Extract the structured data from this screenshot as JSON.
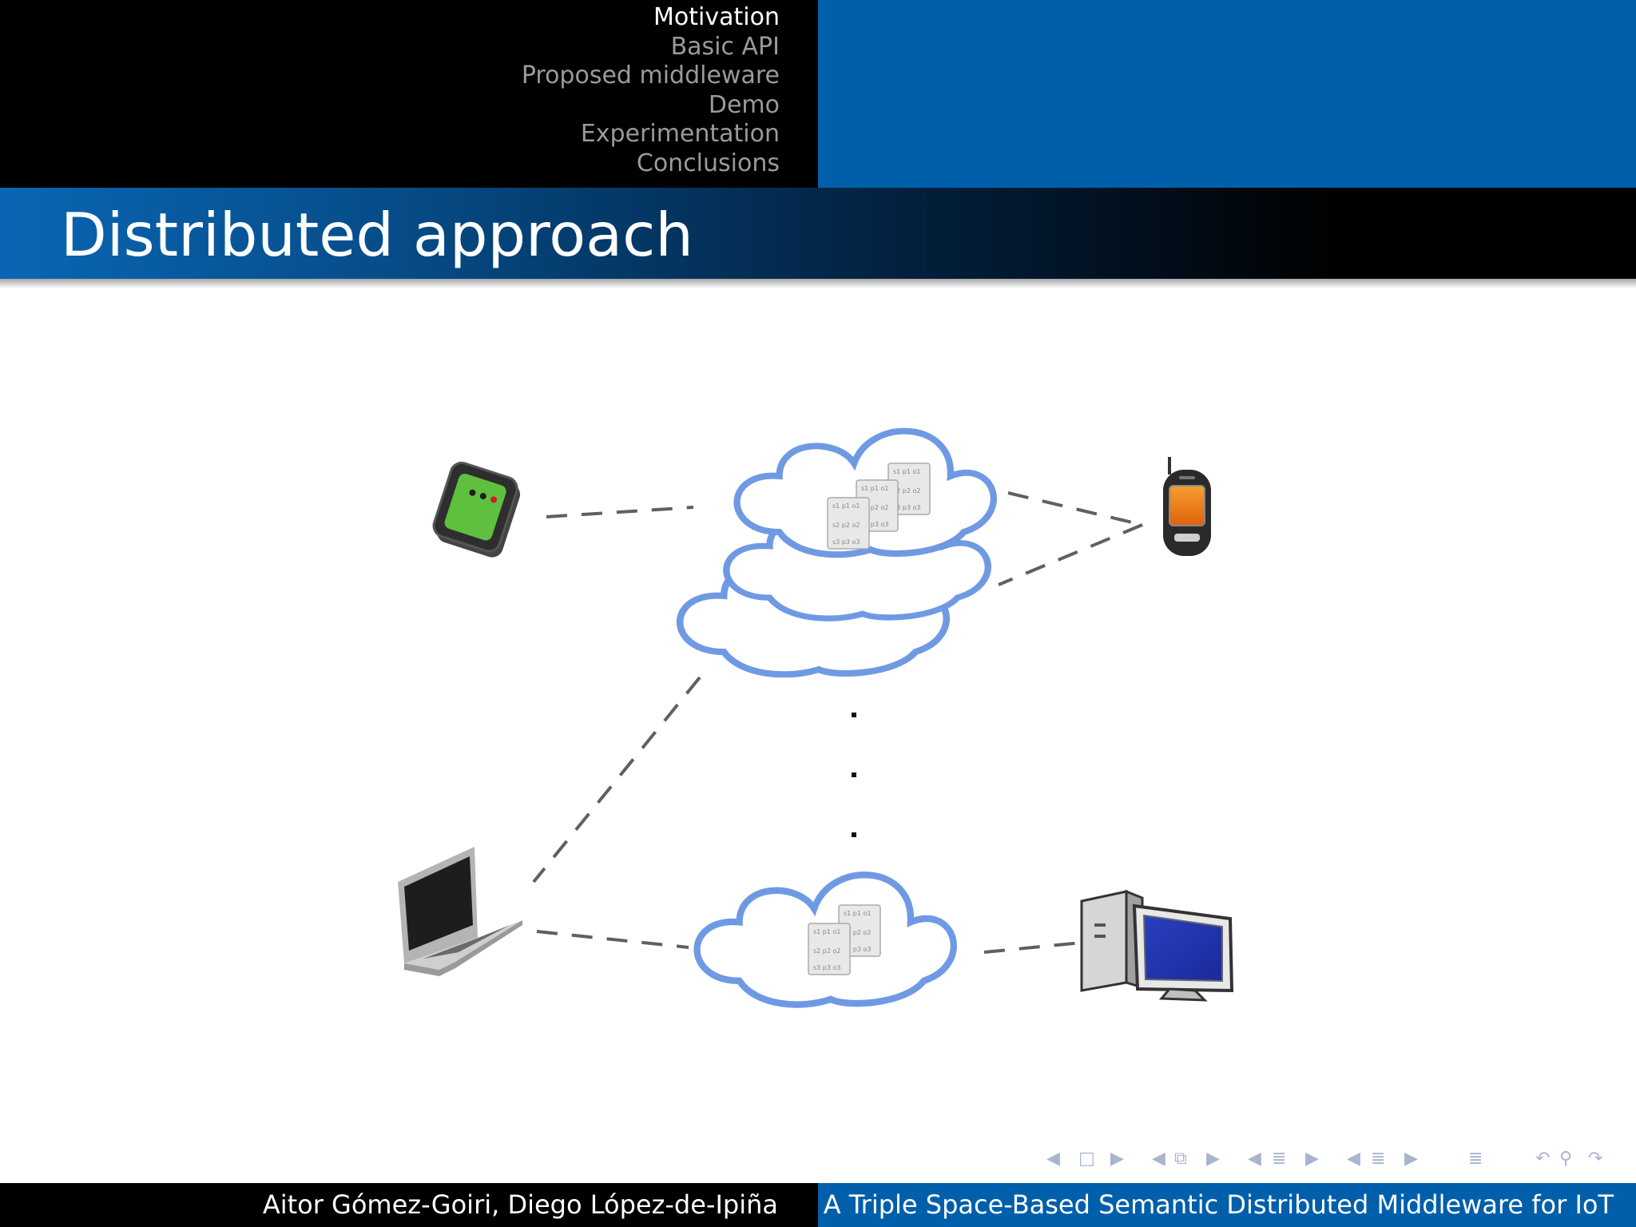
{
  "header": {
    "nav_items": [
      {
        "label": "Motivation",
        "active": true
      },
      {
        "label": "Basic API",
        "active": false
      },
      {
        "label": "Proposed middleware",
        "active": false
      },
      {
        "label": "Demo",
        "active": false
      },
      {
        "label": "Experimentation",
        "active": false
      },
      {
        "label": "Conclusions",
        "active": false
      }
    ]
  },
  "slide": {
    "title": "Distributed approach"
  },
  "diagram": {
    "triples": {
      "row1": "s1 p1 o1",
      "row2": "s2 p2 o2",
      "row3": "s3 p3 o3"
    },
    "devices": [
      "sensor-device-icon",
      "mobile-phone-icon",
      "laptop-icon",
      "desktop-computer-icon"
    ],
    "cloud_color": "#6f9ae3"
  },
  "footer": {
    "authors": "Aitor Gómez-Goiri, Diego López-de-Ipiña",
    "presentation_title": "A Triple Space-Based Semantic Distributed Middleware for IoT"
  },
  "colors": {
    "header_black": "#000000",
    "header_blue": "#005fab",
    "nav_active": "#ffffff",
    "nav_inactive": "#9a9a9a"
  }
}
